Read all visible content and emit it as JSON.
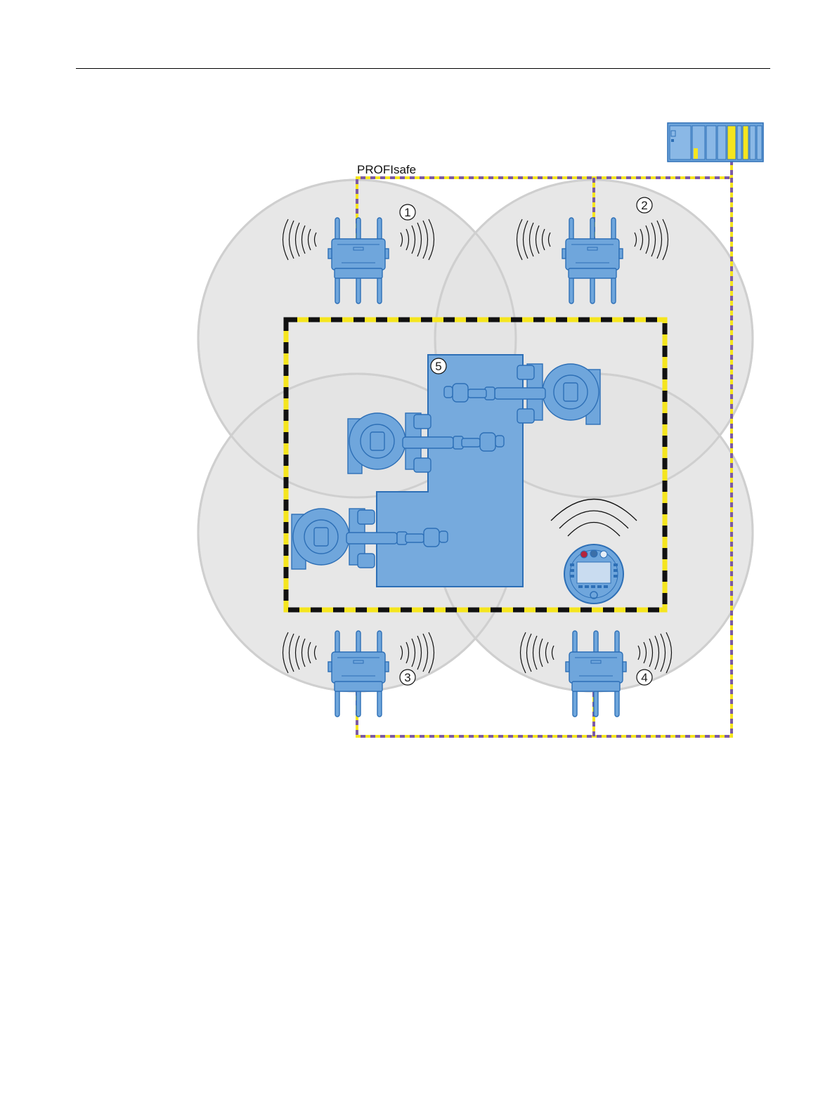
{
  "network": {
    "protocol_label": "PROFIsafe"
  },
  "callouts": [
    "1",
    "2",
    "3",
    "4",
    "5"
  ],
  "icons": {
    "controller": "plc-rack-icon",
    "access_point": "wireless-access-point-icon",
    "robot": "industrial-robot-icon",
    "hmi": "mobile-panel-icon",
    "waves": "radio-waves-icon"
  },
  "colors": {
    "coverage": "#e3e3e3",
    "coverage_stroke": "#cfcfcf",
    "device_blue": "#6fa6dc",
    "device_stroke": "#2d6fb6",
    "cell_fill": "#76aadd",
    "hazard_yellow": "#f5e51f",
    "hazard_black": "#111111",
    "cable_purple": "#7c5aa4"
  }
}
